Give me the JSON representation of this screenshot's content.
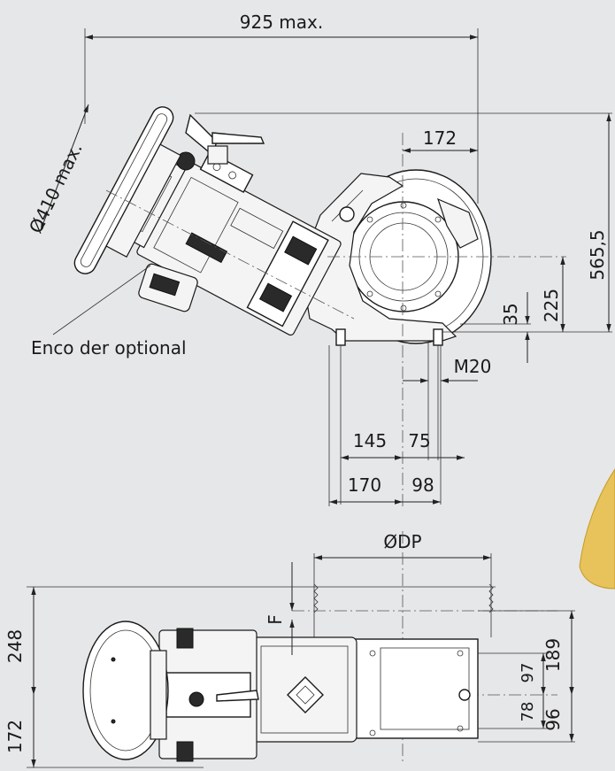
{
  "dimensions": {
    "overall_width": "925 max.",
    "wheel_diameter": "Ø410 max.",
    "d172_top": "172",
    "d565": "565,5",
    "d225": "225",
    "d35": "35",
    "m20": "M20",
    "d145": "145",
    "d75": "75",
    "d170": "170",
    "d98": "98",
    "dp": "ØDP",
    "f": "F",
    "d248": "248",
    "d172_bottom": "172",
    "d189": "189",
    "d97": "97",
    "d78": "78",
    "d96": "96"
  },
  "annotations": {
    "encoder": "Enco der optional"
  },
  "colors": {
    "background": "#e6e7e8",
    "wheel_accent": "#e8c25a"
  }
}
